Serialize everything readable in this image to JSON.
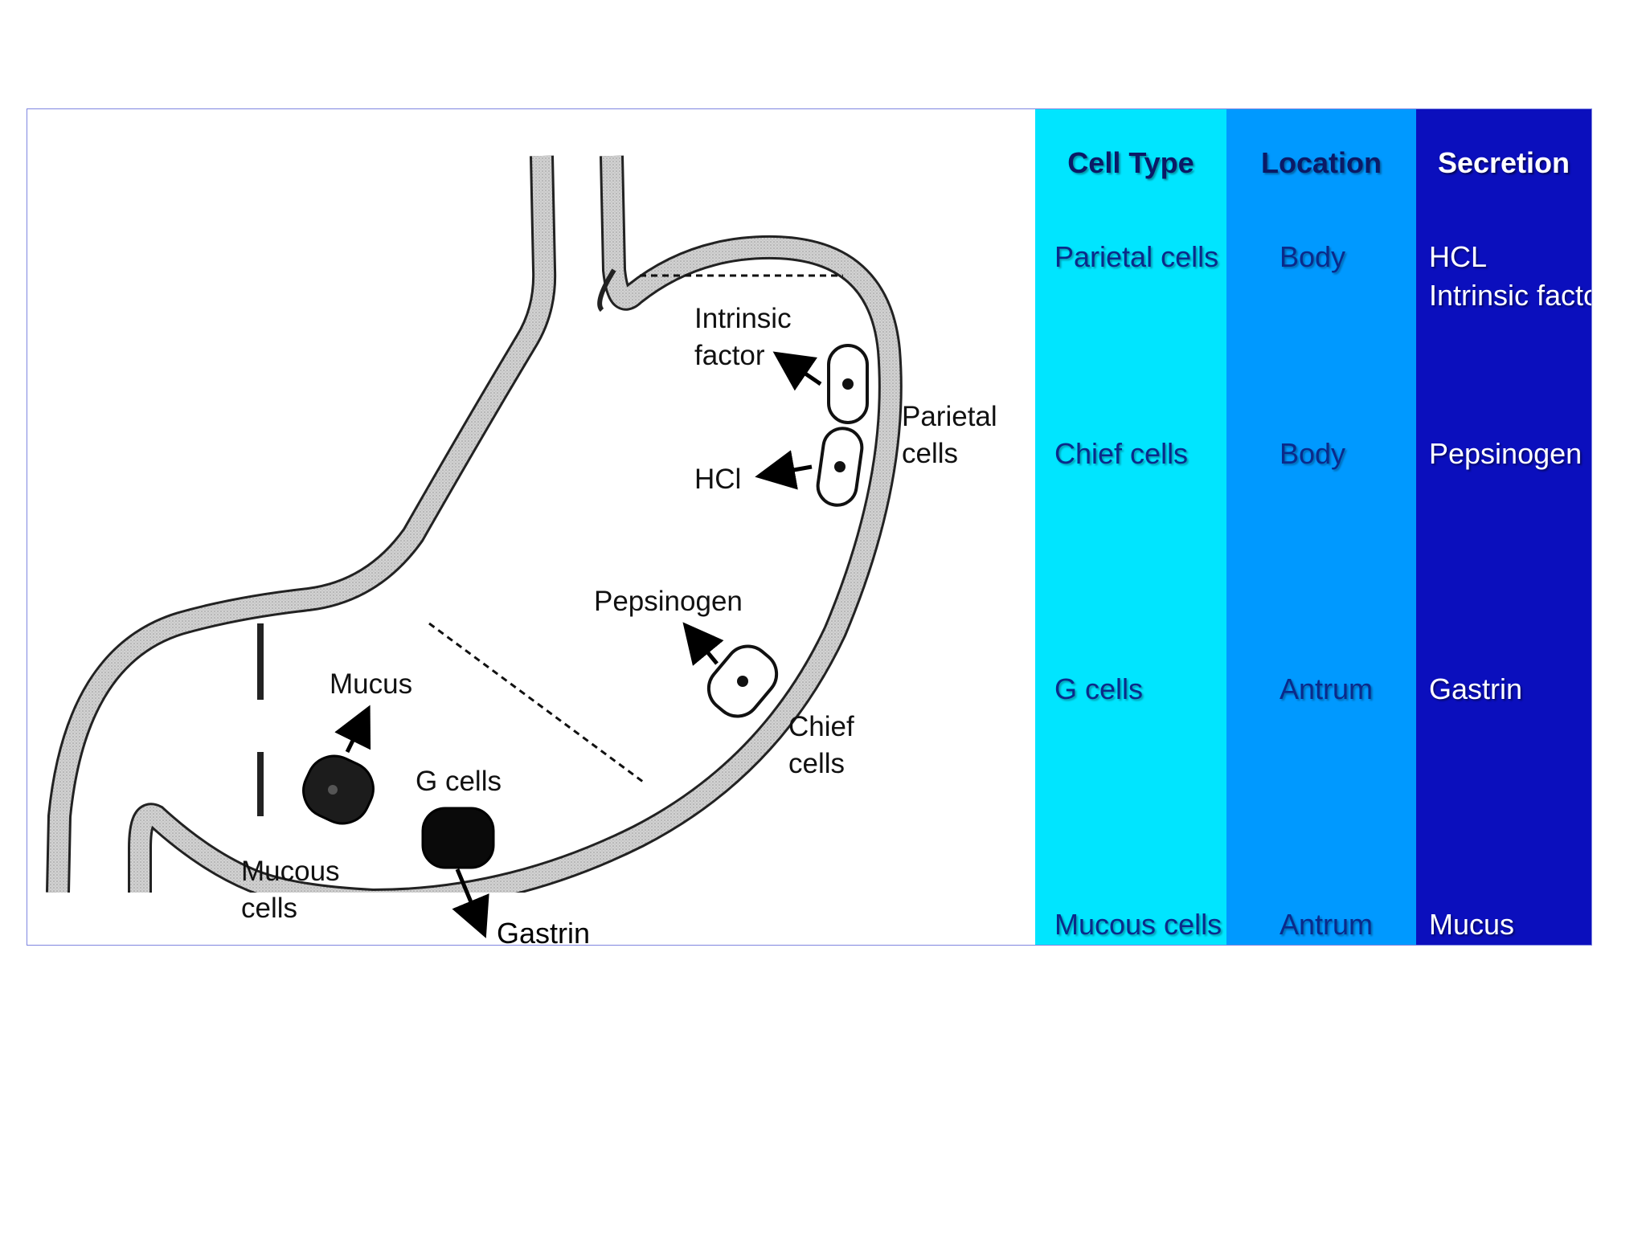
{
  "diagram": {
    "labels": {
      "intrinsic_factor": [
        "Intrinsic",
        "factor"
      ],
      "hcl": "HCl",
      "parietal_cells": [
        "Parietal",
        "cells"
      ],
      "pepsinogen": "Pepsinogen",
      "chief_cells": [
        "Chief",
        "cells"
      ],
      "mucus": "Mucus",
      "g_cells": "G cells",
      "mucous_cells": [
        "Mucous",
        "cells"
      ],
      "gastrin": "Gastrin"
    },
    "colors": {
      "wall_fill": "#c9c9c9",
      "wall_stroke": "#1a1a1a",
      "dark_cell": "#111111"
    }
  },
  "table": {
    "headers": {
      "cell_type": "Cell Type",
      "location": "Location",
      "secretion": "Secretion"
    },
    "rows": [
      {
        "cell_type": "Parietal cells",
        "location": "Body",
        "secretion": [
          "HCL",
          "Intrinsic factor"
        ]
      },
      {
        "cell_type": "Chief cells",
        "location": "Body",
        "secretion": [
          "Pepsinogen"
        ]
      },
      {
        "cell_type": "G cells",
        "location": "Antrum",
        "secretion": [
          "Gastrin"
        ]
      },
      {
        "cell_type": "Mucous cells",
        "location": "Antrum",
        "secretion": [
          "Mucus"
        ]
      }
    ],
    "colors": {
      "cell_type_bg": "#00e5ff",
      "location_bg": "#0099ff",
      "secretion_bg": "#0b0fbd"
    }
  }
}
